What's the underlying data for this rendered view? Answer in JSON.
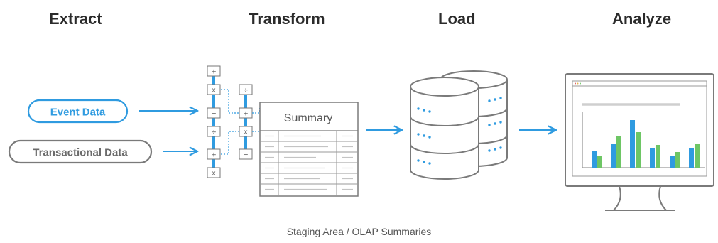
{
  "stages": [
    "Extract",
    "Transform",
    "Load",
    "Analyze"
  ],
  "sources": [
    "Event Data",
    "Transactional Data"
  ],
  "transform": {
    "table_title": "Summary",
    "ops_col1": [
      "+",
      "x",
      "−",
      "÷",
      "+",
      "x"
    ],
    "ops_col2": [
      "÷",
      "+",
      "x",
      "−"
    ]
  },
  "caption": "Staging Area / OLAP Summaries",
  "colors": {
    "blue": "#2f9be0",
    "green": "#6ec665",
    "gray": "#7a7a7a"
  }
}
